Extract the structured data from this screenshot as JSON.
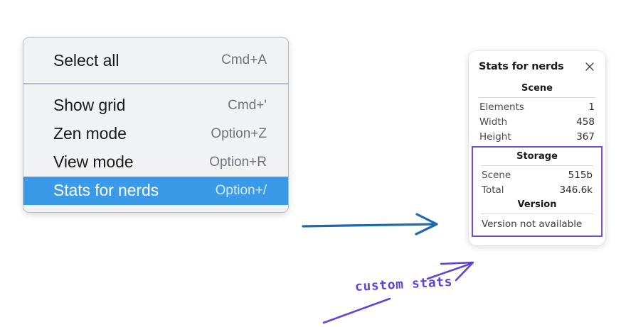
{
  "canvas": {
    "background": "#ffffff",
    "accent_blue": "#3b9ae8",
    "arrow_blue": "#1f68b0",
    "annotation_purple": "#6343d6",
    "highlight_purple": "#6f4fd8"
  },
  "context_menu": {
    "name": "context-menu",
    "groups": [
      {
        "items": [
          {
            "label": "Select all",
            "shortcut": "Cmd+A",
            "selected": false
          }
        ]
      },
      {
        "items": [
          {
            "label": "Show grid",
            "shortcut": "Cmd+'",
            "selected": false
          },
          {
            "label": "Zen mode",
            "shortcut": "Option+Z",
            "selected": false
          },
          {
            "label": "View mode",
            "shortcut": "Option+R",
            "selected": false
          },
          {
            "label": "Stats for nerds",
            "shortcut": "Option+/",
            "selected": true
          }
        ]
      }
    ]
  },
  "stats_panel": {
    "title": "Stats for nerds",
    "close_icon": "close-icon",
    "sections": [
      {
        "title": "Scene",
        "rows": [
          {
            "key": "Elements",
            "value": "1"
          },
          {
            "key": "Width",
            "value": "458"
          },
          {
            "key": "Height",
            "value": "367"
          }
        ]
      },
      {
        "title": "Storage",
        "rows": [
          {
            "key": "Scene",
            "value": "515b"
          },
          {
            "key": "Total",
            "value": "346.6k"
          }
        ]
      },
      {
        "title": "Version",
        "message": "Version not available"
      }
    ]
  },
  "annotations": {
    "label": "custom stats",
    "arrows": [
      {
        "name": "blue-arrow-to-stats-panel",
        "color": "#1f68b0"
      },
      {
        "name": "purple-arrow-to-version-section",
        "color": "#6343d6"
      },
      {
        "name": "purple-underline-stroke",
        "color": "#6343d6"
      }
    ]
  }
}
